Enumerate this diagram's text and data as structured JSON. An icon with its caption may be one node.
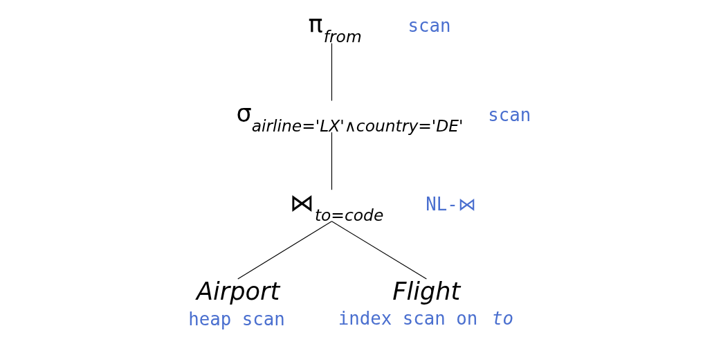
{
  "diagram": {
    "nodes": [
      {
        "text": [
          "π$_{from}$"
        ],
        "beside": [
          "scan"
        ]
      },
      {
        "text": [
          "σ$_{airline='LX'∧country='DE'}$"
        ],
        "beside": [
          "scan"
        ]
      },
      {
        "text": [
          "⋈$_{to=code}$"
        ],
        "beside": [
          "NL-⋈"
        ]
      },
      {
        "text": [
          "Airport"
        ],
        "beside": [
          "heap scan"
        ]
      },
      {
        "text": [
          "Flight"
        ],
        "beside": [
          "index scan on *to*"
        ]
      }
    ],
    "edges": [
      {
        "from": 0,
        "to": 1,
        "arrow": "none"
      },
      {
        "from": 1,
        "to": 2,
        "arrow": "none"
      },
      {
        "from": 2,
        "to": 3,
        "arrow": "none"
      },
      {
        "from": 2,
        "to": 4,
        "arrow": "none"
      }
    ]
  }
}
